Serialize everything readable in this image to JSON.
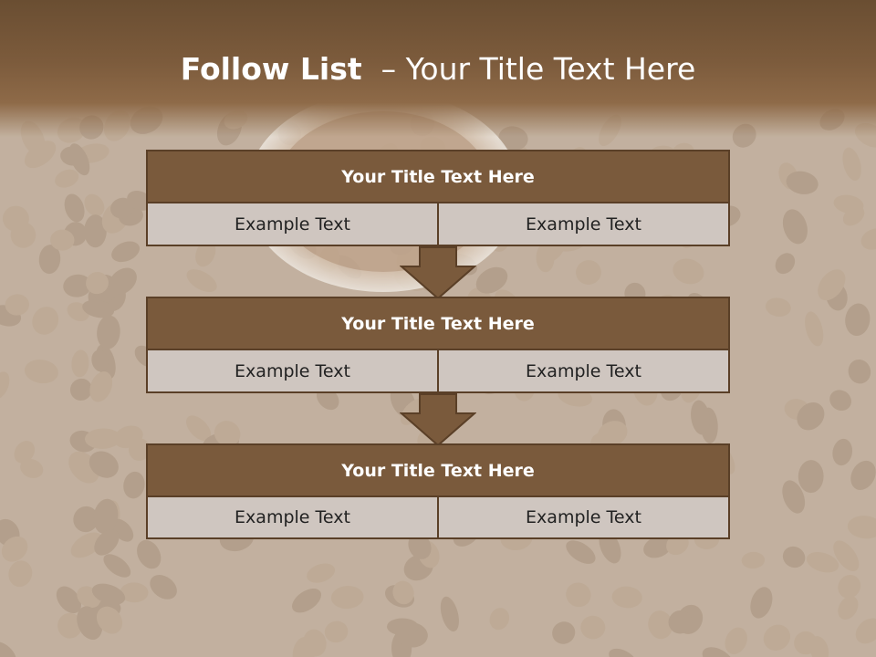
{
  "title": {
    "bold": "Follow List",
    "rest": "– Your Title Text Here"
  },
  "colors": {
    "header": "#7a5a3c",
    "border": "#5a3f27",
    "cell": "#cfc6c0",
    "arrow": "#7a5a3c"
  },
  "steps": [
    {
      "title": "Your Title Text Here",
      "left": "Example Text",
      "right": "Example Text"
    },
    {
      "title": "Your Title Text Here",
      "left": "Example Text",
      "right": "Example Text"
    },
    {
      "title": "Your Title Text Here",
      "left": "Example Text",
      "right": "Example Text"
    }
  ],
  "icons": {
    "connector": "down-arrow-icon",
    "background": "coffee-beans-illustration"
  }
}
